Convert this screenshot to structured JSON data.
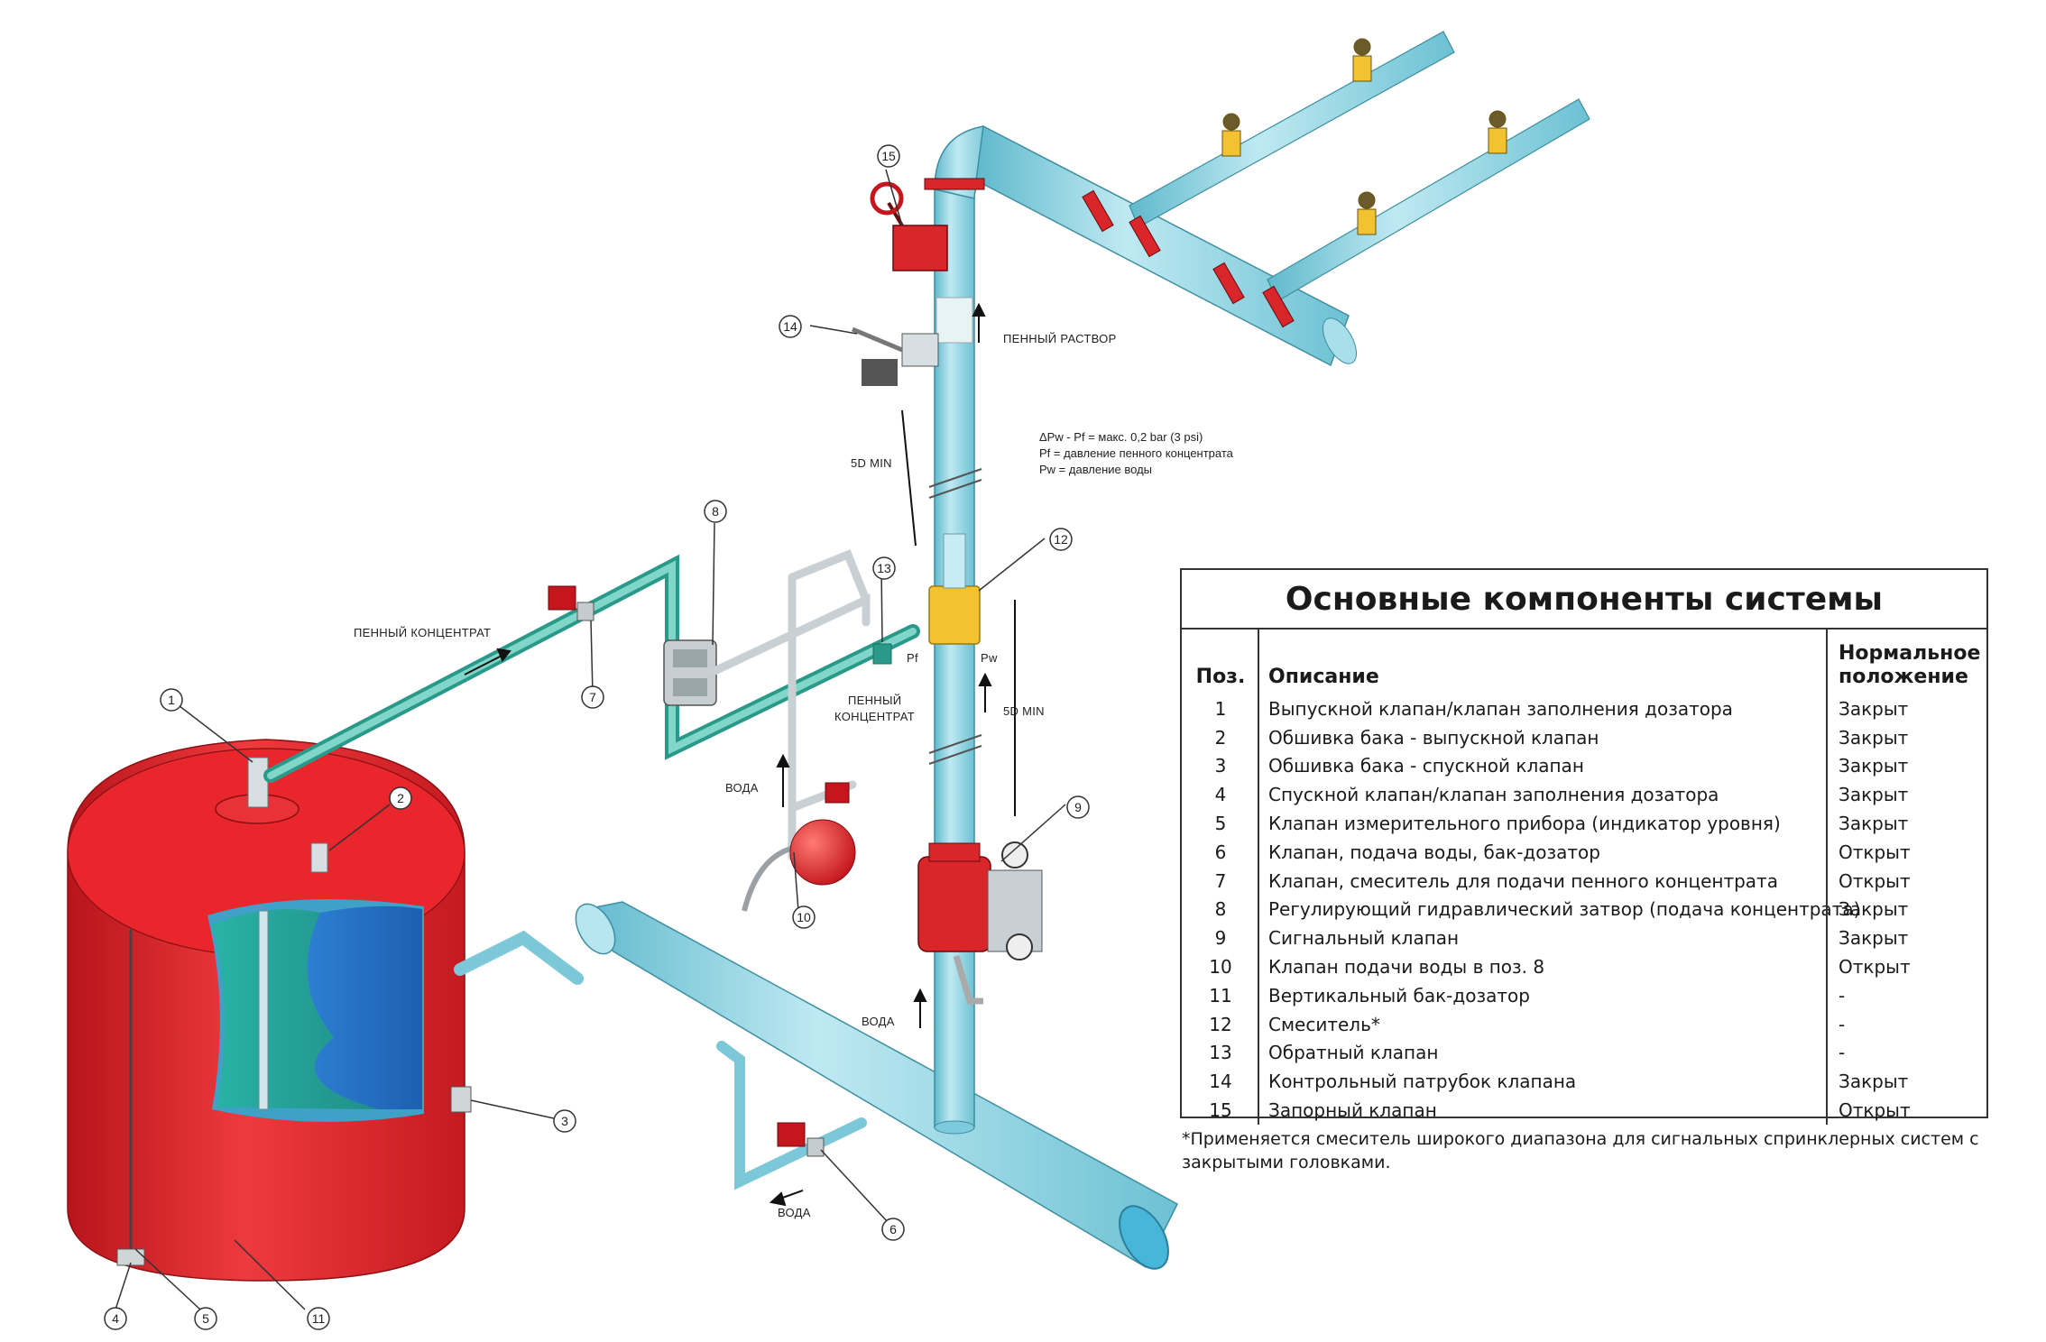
{
  "labels": {
    "penny_rastvor": "ПЕННЫЙ РАСТВОР",
    "penny_koncentrat_top": "ПЕННЫЙ  КОНЦЕНТРАТ",
    "penny_koncentrat_mid_1": "ПЕННЫЙ",
    "penny_koncentrat_mid_2": "КОНЦЕНТРАТ",
    "voda_1": "ВОДА",
    "voda_2": "ВОДА",
    "voda_3": "ВОДА",
    "min_top": "5D MIN",
    "min_right": "5D MIN",
    "pf": "Pf",
    "pw": "Pw",
    "formula_1": "ΔPw - Pf = макс. 0,2 bar (3 psi)",
    "formula_2": "Pf = давление пенного концентрата",
    "formula_3": "Pw = давление воды"
  },
  "callouts": [
    "1",
    "2",
    "3",
    "4",
    "5",
    "6",
    "7",
    "8",
    "9",
    "10",
    "11",
    "12",
    "13",
    "14",
    "15"
  ],
  "table": {
    "title": "Основные компоненты системы",
    "headers": {
      "pos": "Поз.",
      "desc": "Описание",
      "norm_1": "Нормальное",
      "norm_2": "положение"
    },
    "rows": [
      {
        "pos": "1",
        "desc": "Выпускной клапан/клапан заполнения дозатора",
        "norm": "Закрыт"
      },
      {
        "pos": "2",
        "desc": "Обшивка бака - выпускной клапан",
        "norm": "Закрыт"
      },
      {
        "pos": "3",
        "desc": "Обшивка бака - спускной клапан",
        "norm": "Закрыт"
      },
      {
        "pos": "4",
        "desc": "Спускной клапан/клапан заполнения дозатора",
        "norm": "Закрыт"
      },
      {
        "pos": "5",
        "desc": "Клапан измерительного прибора (индикатор уровня)",
        "norm": "Закрыт"
      },
      {
        "pos": "6",
        "desc": "Клапан, подача воды, бак-дозатор",
        "norm": "Открыт"
      },
      {
        "pos": "7",
        "desc": "Клапан, смеситель для подачи пенного концентрата",
        "norm": "Открыт"
      },
      {
        "pos": "8",
        "desc": "Регулирующий гидравлический затвор (подача концентрата)",
        "norm": "Закрыт"
      },
      {
        "pos": "9",
        "desc": "Сигнальный клапан",
        "norm": "Закрыт"
      },
      {
        "pos": "10",
        "desc": "Клапан подачи воды в поз. 8",
        "norm": "Открыт"
      },
      {
        "pos": "11",
        "desc": "Вертикальный бак-дозатор",
        "norm": "-"
      },
      {
        "pos": "12",
        "desc": "Смеситель*",
        "norm": "-"
      },
      {
        "pos": "13",
        "desc": "Обратный клапан",
        "norm": "-"
      },
      {
        "pos": "14",
        "desc": "Контрольный патрубок клапана",
        "norm": "Закрыт"
      },
      {
        "pos": "15",
        "desc": "Запорный клапан",
        "norm": "Открыт"
      }
    ],
    "footnote": "*Применяется смеситель широкого диапазона для сигнальных спринклерных систем с закрытыми головками."
  },
  "colors": {
    "tank_red": "#e0262b",
    "pipe_light": "#8fd3e0",
    "pipe_teal": "#3fb3a3",
    "valve_red": "#d8262b",
    "coupling_gold": "#f2c230"
  }
}
